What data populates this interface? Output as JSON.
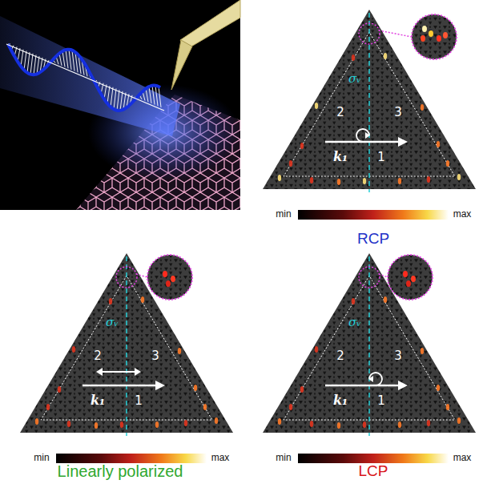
{
  "diagram": {
    "labels": [
      "σᵥ",
      "2",
      "3",
      "k₁",
      "1",
      "min",
      "max",
      "RCP",
      "σᵥ",
      "2",
      "3",
      "k₁",
      "1",
      "min",
      "max",
      "Linearly polarized",
      "σᵥ",
      "2",
      "3",
      "k₁",
      "1",
      "min",
      "max",
      "LCP"
    ]
  }
}
